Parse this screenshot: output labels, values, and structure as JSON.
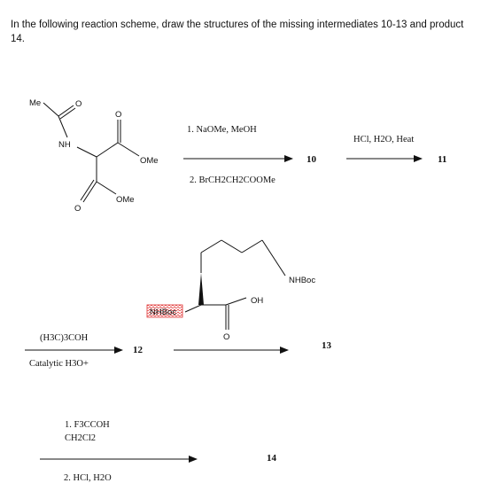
{
  "question": "In the following reaction scheme, draw the structures of the missing intermediates 10-13 and product 14.",
  "start_material": {
    "labels": {
      "me": "Me",
      "nh": "NH",
      "ome_top": "OMe",
      "ome_bottom": "OMe",
      "o1": "O",
      "o2": "O",
      "o3": "O"
    }
  },
  "step1": {
    "reagent_1": "1. NaOMe, MeOH",
    "reagent_2": "2. BrCH2CH2COOMe",
    "product": "10"
  },
  "step2": {
    "reagent": "HCl, H2O, Heat",
    "product": "11"
  },
  "step3": {
    "reagent_top": "(H3C)3COH",
    "reagent_bottom": "Catalytic H3O+",
    "product": "12"
  },
  "step4": {
    "product": "13"
  },
  "mid_structure": {
    "labels": {
      "nhboc_right": "NHBoc",
      "nhboc_left": "NHBoc",
      "oh": "OH",
      "o": "O"
    }
  },
  "step5": {
    "reagent_1": "1. F3CCOH",
    "reagent_2": "CH2Cl2",
    "reagent_3": "2. HCl, H2O",
    "product": "14"
  }
}
